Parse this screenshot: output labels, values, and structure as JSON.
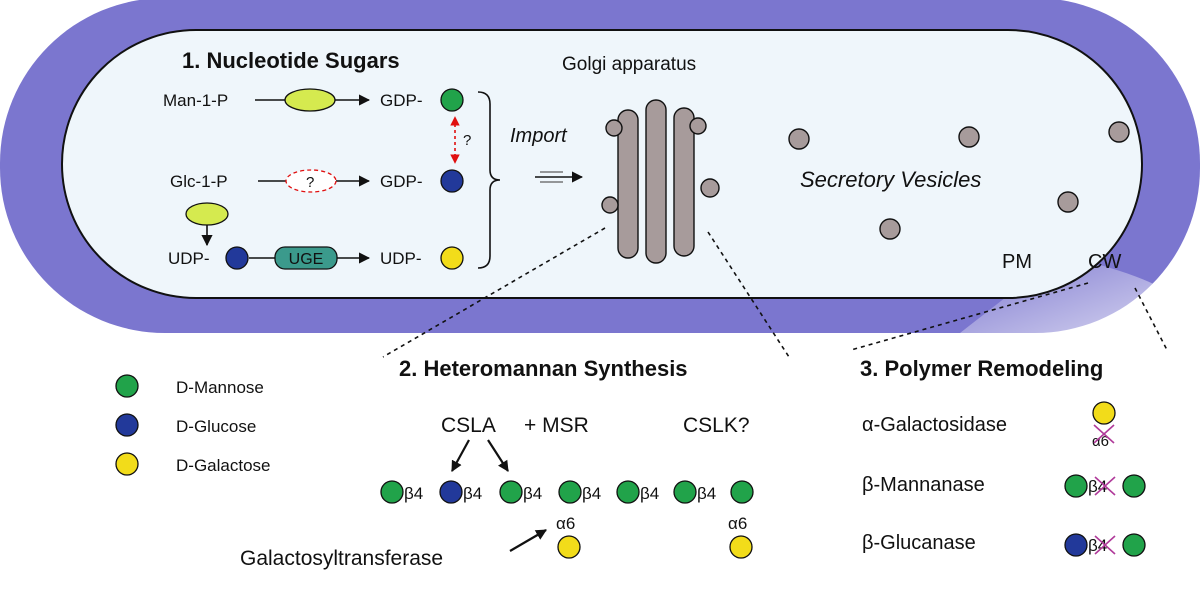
{
  "colors": {
    "mannose": "#21a34a",
    "glucose": "#22399a",
    "galactose": "#f2dc1a",
    "cell_wall": "#7b76cf",
    "cytoplasm": "#eff6fb",
    "golgi": "#a79b9b",
    "enzyme": "#d5ea4f",
    "uge": "#3b9a8c",
    "question": "#e01010",
    "msr": "#2b45a0",
    "cut": "#b03a9a"
  },
  "panel1": {
    "title": "1. Nucleotide Sugars",
    "man1p": "Man-1-P",
    "glc1p": "Glc-1-P",
    "gdp_top": "GDP-",
    "gdp_mid": "GDP-",
    "udp_left": "UDP-",
    "udp_right": "UDP-",
    "uge": "UGE",
    "unknown_enzyme": "?",
    "epimerase_q": "?"
  },
  "import_label": "Import",
  "golgi_label": "Golgi apparatus",
  "vesicles_label": "Secretory Vesicles",
  "pm_label": "PM",
  "cw_label": "CW",
  "legend": [
    {
      "label": "D-Mannose"
    },
    {
      "label": "D-Glucose"
    },
    {
      "label": "D-Galactose"
    }
  ],
  "panel2": {
    "title": "2. Heteromannan Synthesis",
    "csla": "CSLA",
    "msr": "+ MSR",
    "cslk": "CSLK?",
    "bonds": [
      "β4",
      "β4",
      "β4",
      "β4",
      "β4",
      "β4"
    ],
    "branch_bond_1": "α6",
    "branch_bond_2": "α6",
    "galactosyltransferase": "Galactosyltransferase"
  },
  "panel3": {
    "title": "3. Polymer Remodeling",
    "enzymes": [
      {
        "label": "α-Galactosidase",
        "bond": "α6"
      },
      {
        "label": "β-Mannanase",
        "bond": "β4"
      },
      {
        "label": "β-Glucanase",
        "bond": "β4"
      }
    ]
  }
}
